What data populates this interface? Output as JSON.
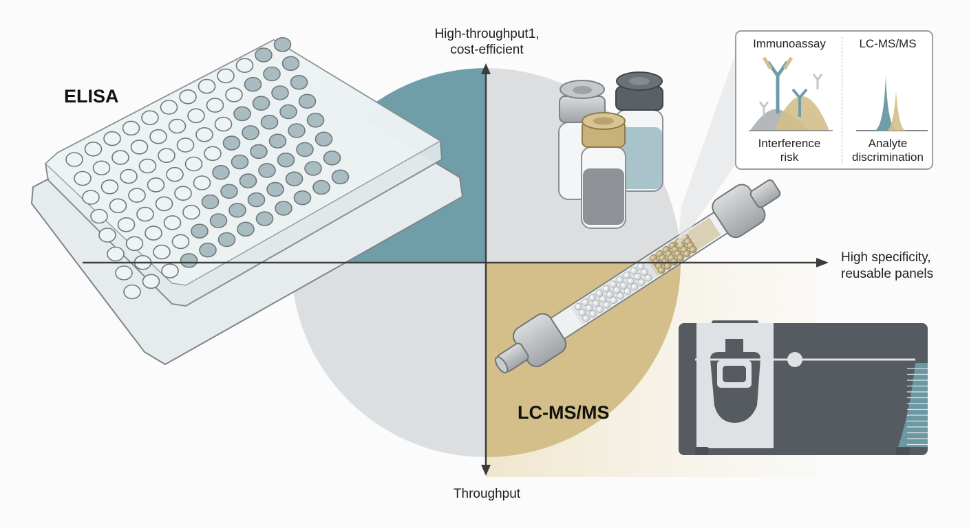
{
  "diagram": {
    "type": "quadrant-comparison",
    "axes": {
      "top_label": "High-throughput1,\ncost-efficient",
      "top_label_line1": "High-throughput1,",
      "top_label_line2": "cost-efficient",
      "bottom_label": "Throughput",
      "right_label_line1": "High specificity,",
      "right_label_line2": "reusable panels"
    },
    "quadrants": {
      "top_left": {
        "color": "#6f9ea8"
      },
      "top_right": {
        "color": "#dcdee0"
      },
      "bottom_left": {
        "color": "#dcdfe1"
      },
      "bottom_right": {
        "color": "#d4bf8a"
      }
    },
    "methods": {
      "elisa": {
        "label": "ELISA",
        "illustration": "96-well microplate"
      },
      "lcms": {
        "label": "LC-MS/MS",
        "illustration": "LC column, sample vials, mass spectrometer"
      }
    },
    "callout": {
      "left": {
        "title": "Immunoassay",
        "caption_line1": "Interference",
        "caption_line2": "risk"
      },
      "right": {
        "title": "LC-MS/MS",
        "caption_line1": "Analyte",
        "caption_line2": "discrimination"
      }
    },
    "colors": {
      "teal": "#6f9ea8",
      "gold": "#d4bf8a",
      "dark_gray": "#555b60",
      "light_gray": "#dcdee0",
      "axis": "#3c3c3c"
    }
  }
}
